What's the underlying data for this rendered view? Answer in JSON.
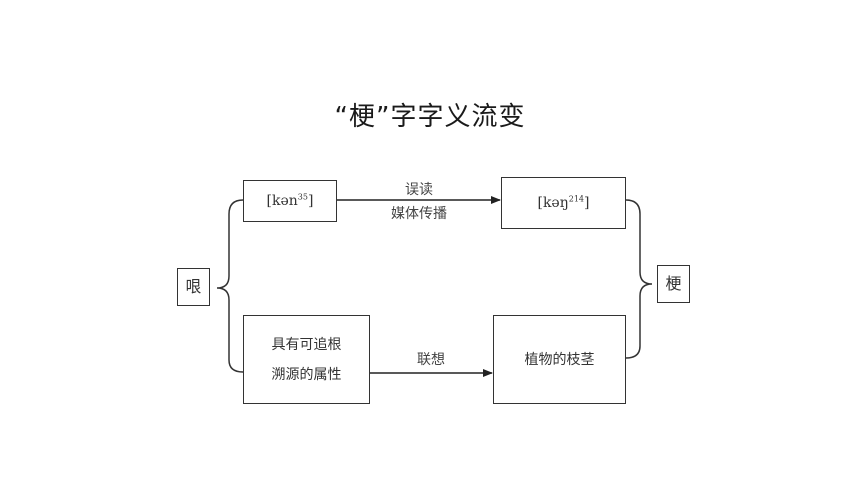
{
  "title": "“梗”字字义流变",
  "nodes": {
    "source": "哏",
    "target": "梗",
    "phon_a": {
      "open": "[",
      "base": "kən",
      "tone": "35",
      "close": "]"
    },
    "phon_b": {
      "open": "[",
      "base": "kəŋ",
      "tone": "214",
      "close": "]"
    },
    "attr_line1": "具有可追根",
    "attr_line2": "溯源的属性",
    "plant": "植物的枝茎"
  },
  "edges": {
    "top_label1": "误读",
    "top_label2": "媒体传播",
    "bottom_label": "联想"
  },
  "colors": {
    "stroke": "#333333",
    "text": "#333333"
  }
}
